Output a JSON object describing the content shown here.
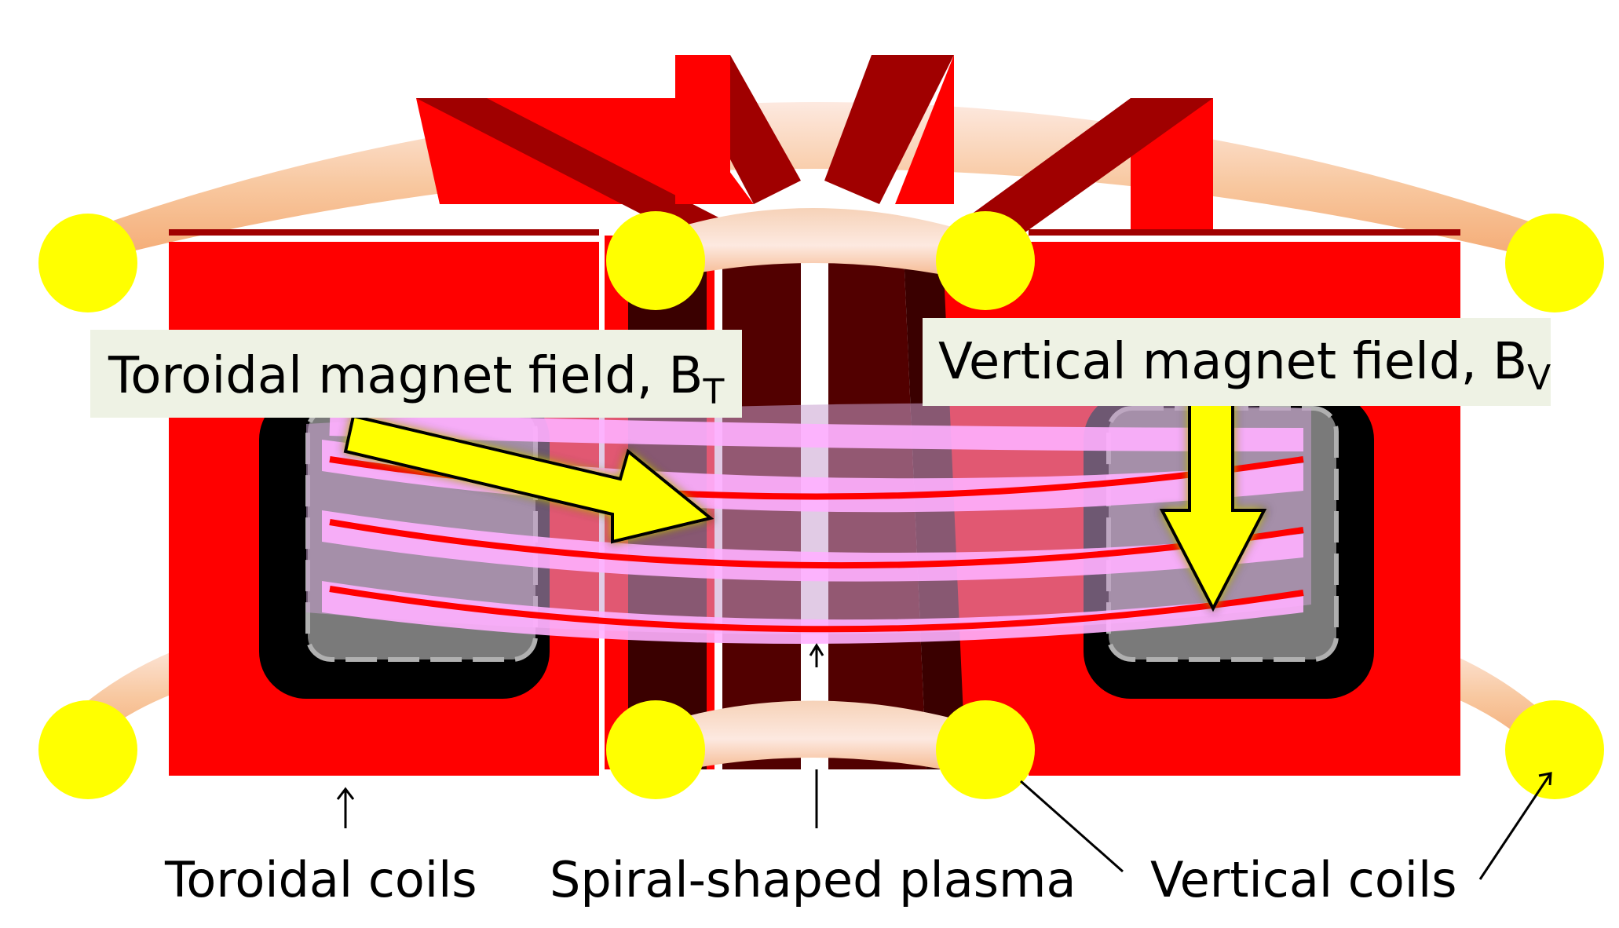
{
  "labels": {
    "toroidal_field": "Toroidal magnet field, B",
    "toroidal_field_sub": "T",
    "vertical_field": "Vertical magnet field, B",
    "vertical_field_sub": "V",
    "toroidal_coils": "Toroidal coils",
    "plasma": "Spiral-shaped plasma",
    "vertical_coils": "Vertical coils"
  },
  "colors": {
    "coil_red": "#ff0000",
    "coil_dark": "#990000",
    "coil_darker": "#4a0000",
    "ring_yellow": "#ffff00",
    "plasma_pink": "#ffaaff",
    "field_line": "#ff0000",
    "arrow_yellow": "#ffff00",
    "label_bg": "#eef2e4"
  }
}
